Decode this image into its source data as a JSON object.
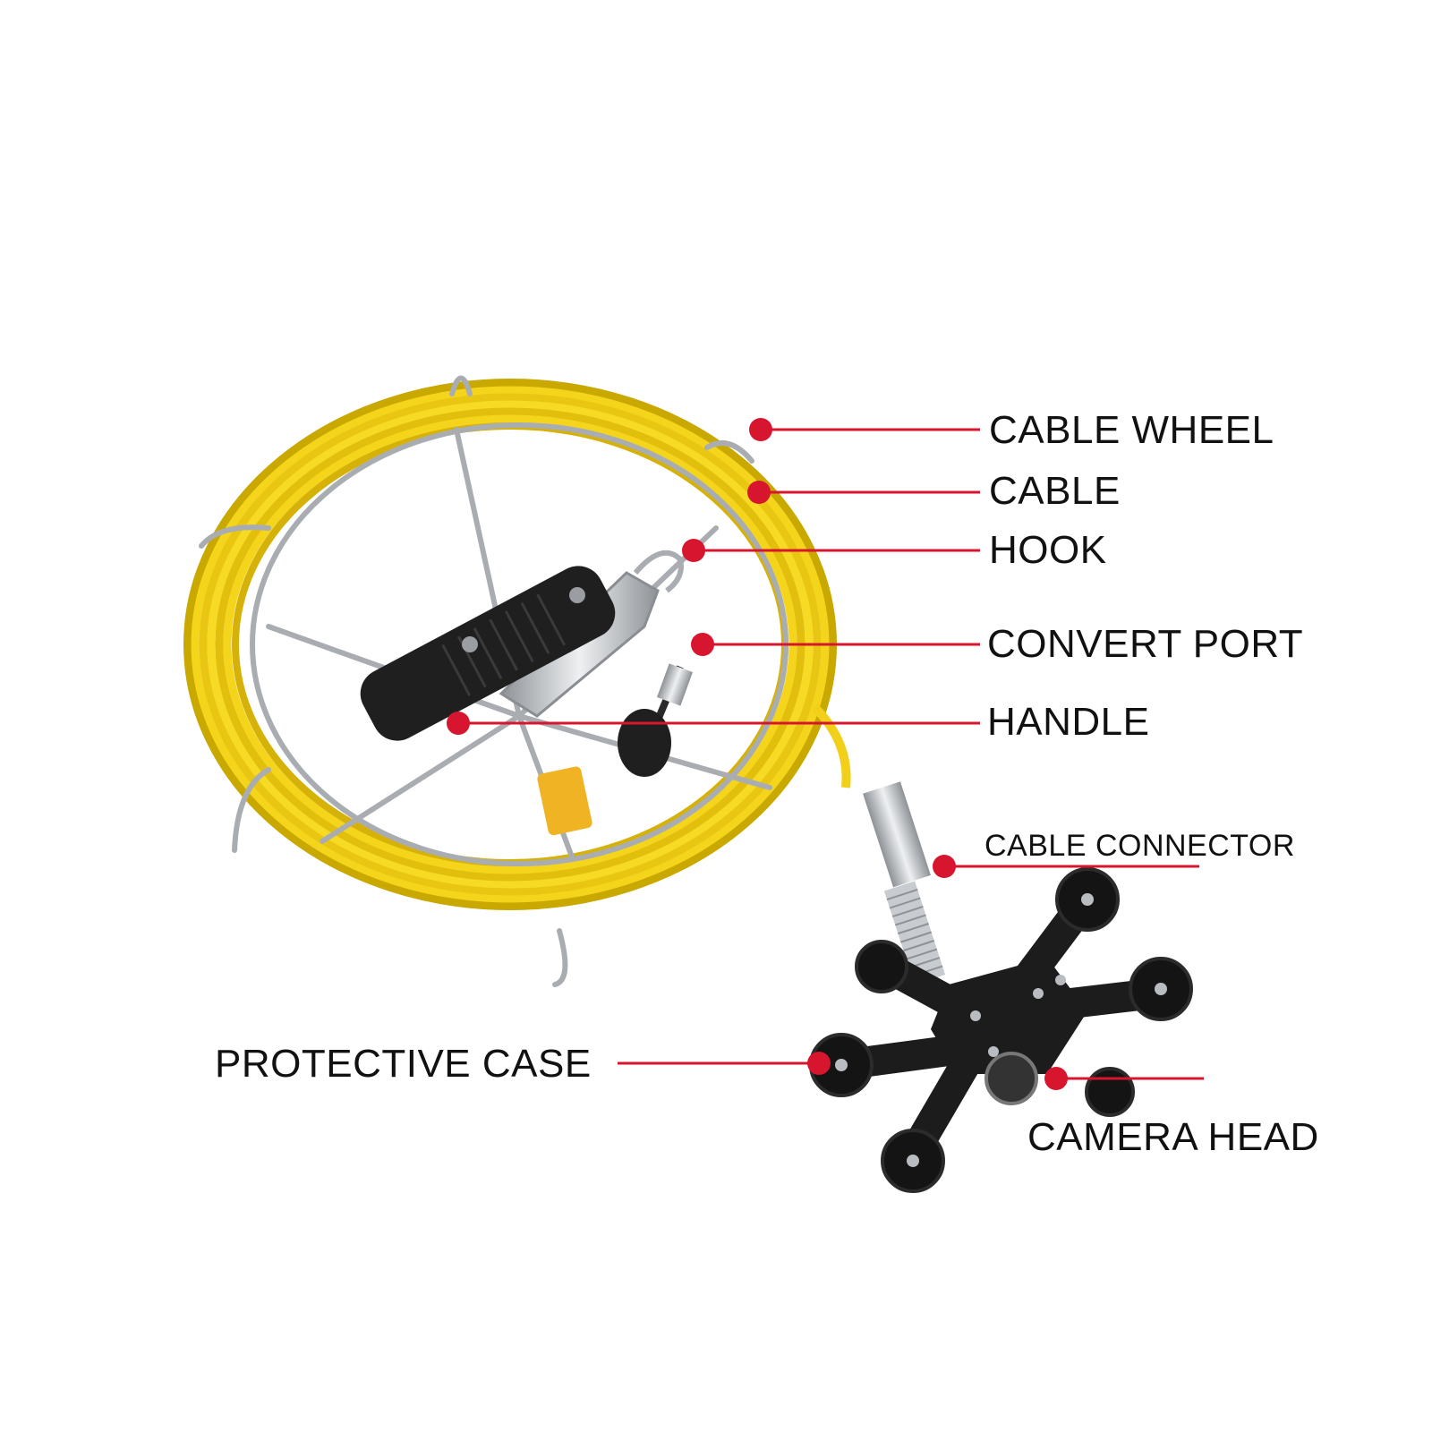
{
  "image": {
    "description_hidden": false
  },
  "colors": {
    "background": "#ffffff",
    "callout": "#d8152e",
    "cable_yellow": "#f2d01a",
    "cable_shadow": "#c9a800",
    "steel": "#b9bcc0",
    "handle_black": "#1f1f1f"
  },
  "callouts": [
    {
      "id": "cable-wheel",
      "label": "CABLE WHEEL"
    },
    {
      "id": "cable",
      "label": "CABLE"
    },
    {
      "id": "hook",
      "label": "HOOK"
    },
    {
      "id": "convert-port",
      "label": "CONVERT PORT"
    },
    {
      "id": "handle",
      "label": "HANDLE"
    },
    {
      "id": "cable-connector",
      "label": "CABLE CONNECTOR"
    },
    {
      "id": "protective-case",
      "label": "PROTECTIVE CASE"
    },
    {
      "id": "camera-head",
      "label": "CAMERA HEAD"
    }
  ]
}
